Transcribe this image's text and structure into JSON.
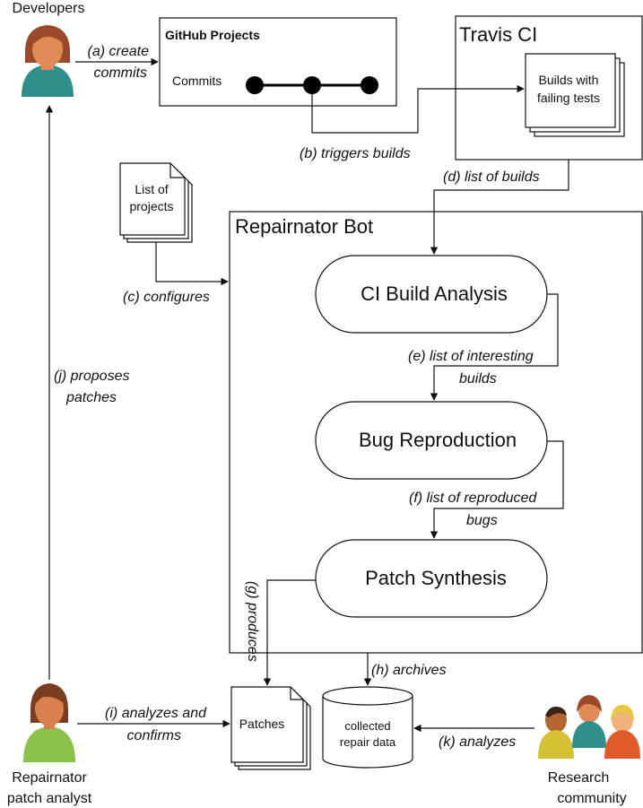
{
  "actors": {
    "developers": "Developers",
    "analyst_line1": "Repairnator",
    "analyst_line2": "patch analyst",
    "research_line1": "Research",
    "research_line2": "community"
  },
  "boxes": {
    "github": "GitHub Projects",
    "commits": "Commits",
    "travis": "Travis CI",
    "builds_line1": "Builds with",
    "builds_line2": "failing tests",
    "projects_line1": "List of",
    "projects_line2": "projects",
    "bot": "Repairnator Bot",
    "ci_analysis": "CI Build Analysis",
    "bug_repro": "Bug Reproduction",
    "patch_synth": "Patch Synthesis",
    "patches": "Patches",
    "repair_line1": "collected",
    "repair_line2": "repair data"
  },
  "edges": {
    "a_line1": "(a) create",
    "a_line2": "commits",
    "b": "(b) triggers builds",
    "c": "(c) configures",
    "d": "(d) list of builds",
    "e_line1": "(e) list of interesting",
    "e_line2": "builds",
    "f_line1": "(f) list of reproduced",
    "f_line2": "bugs",
    "g": "(g) produces",
    "h": "(h) archives",
    "i_line1": "(i) analyzes and",
    "i_line2": "confirms",
    "j_line1": "(j) proposes",
    "j_line2": "patches",
    "k": "(k) analyzes"
  }
}
